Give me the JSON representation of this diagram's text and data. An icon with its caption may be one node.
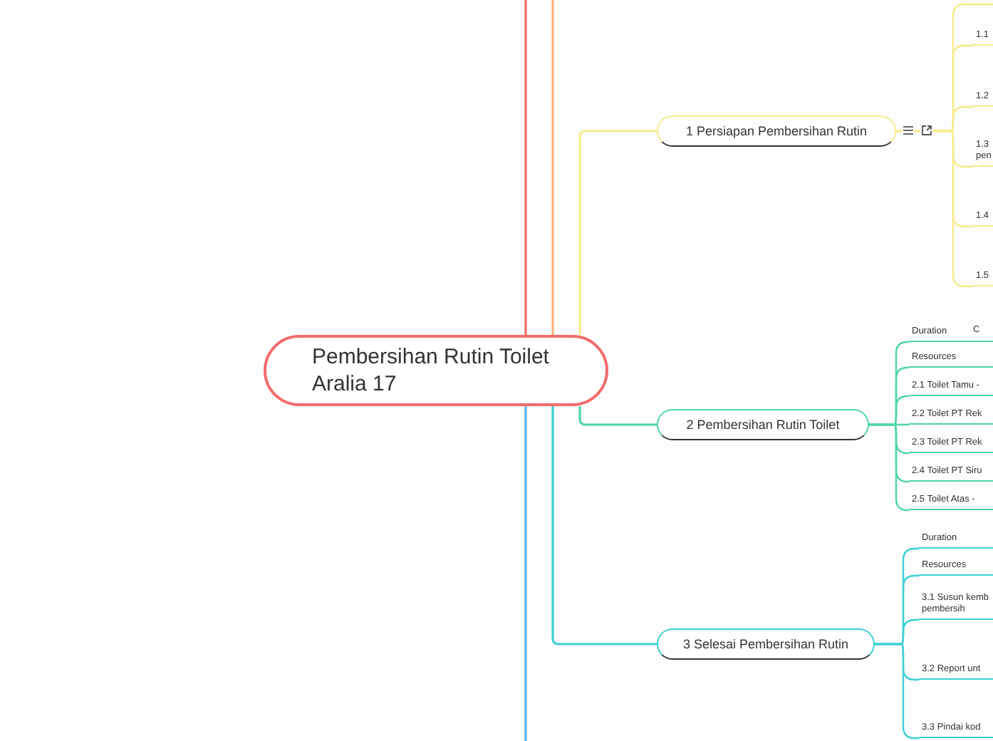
{
  "diagram": {
    "nodes": [
      {
        "text": [
          "Pembersihan Rutin Toilet Aralia 17"
        ]
      },
      {
        "text": [
          "1  Persiapan Pembersihan Rutin"
        ]
      },
      {
        "text": [
          "2  Pembersihan Rutin Toilet"
        ]
      },
      {
        "text": [
          "3  Selesai Pembersihan Rutin"
        ]
      },
      {
        "text": [
          "1.1"
        ]
      },
      {
        "text": [
          "1.2"
        ]
      },
      {
        "text": [
          "1.3 pen"
        ]
      },
      {
        "text": [
          "1.4"
        ]
      },
      {
        "text": [
          "1.5"
        ]
      },
      {
        "text": [
          "Duration"
        ]
      },
      {
        "text": [
          "Resources"
        ]
      },
      {
        "text": [
          "2.1  Toilet Tamu -"
        ]
      },
      {
        "text": [
          "2.2  Toilet PT Rek"
        ]
      },
      {
        "text": [
          "2.3  Toilet PT Rek"
        ]
      },
      {
        "text": [
          "2.4  Toilet PT Siru"
        ]
      },
      {
        "text": [
          "2.5  Toilet Atas -"
        ]
      },
      {
        "text": [
          "Duration"
        ]
      },
      {
        "text": [
          "Resources"
        ]
      },
      {
        "text": [
          "3.1  Susun kemb pembersih"
        ]
      },
      {
        "text": [
          "3.2  Report unt"
        ]
      },
      {
        "text": [
          "3.3  Pindai kod"
        ]
      }
    ],
    "edges": [
      {
        "from": 0,
        "to": null,
        "arrow": "none",
        "color": "#f26b6b"
      },
      {
        "from": 0,
        "to": null,
        "arrow": "none",
        "color": "#f9b27e"
      },
      {
        "from": 0,
        "to": 1,
        "arrow": "none",
        "color": "#f5ec8a"
      },
      {
        "from": 0,
        "to": 2,
        "arrow": "none",
        "color": "#4fd6a6"
      },
      {
        "from": 0,
        "to": 3,
        "arrow": "none",
        "color": "#3dd0d6"
      },
      {
        "from": 0,
        "to": null,
        "arrow": "none",
        "color": "#5aaef0"
      },
      {
        "from": 1,
        "to": null,
        "arrow": "none",
        "color": "#f5ec8a"
      },
      {
        "from": 1,
        "to": 4,
        "arrow": "none",
        "color": "#f5ec8a"
      },
      {
        "from": 1,
        "to": 5,
        "arrow": "none",
        "color": "#f5ec8a"
      },
      {
        "from": 1,
        "to": 6,
        "arrow": "none",
        "color": "#f5ec8a"
      },
      {
        "from": 1,
        "to": 7,
        "arrow": "none",
        "color": "#f5ec8a"
      },
      {
        "from": 1,
        "to": 8,
        "arrow": "none",
        "color": "#f5ec8a"
      },
      {
        "from": 2,
        "to": 9,
        "arrow": "none",
        "color": "#4fd6a6"
      },
      {
        "from": 2,
        "to": 10,
        "arrow": "none",
        "color": "#4fd6a6"
      },
      {
        "from": 2,
        "to": 11,
        "arrow": "none",
        "color": "#4fd6a6"
      },
      {
        "from": 2,
        "to": 12,
        "arrow": "none",
        "color": "#4fd6a6"
      },
      {
        "from": 2,
        "to": 13,
        "arrow": "none",
        "color": "#4fd6a6"
      },
      {
        "from": 2,
        "to": 14,
        "arrow": "none",
        "color": "#4fd6a6"
      },
      {
        "from": 2,
        "to": 15,
        "arrow": "none",
        "color": "#4fd6a6"
      },
      {
        "from": 3,
        "to": 16,
        "arrow": "none",
        "color": "#3dd0d6"
      },
      {
        "from": 3,
        "to": 17,
        "arrow": "none",
        "color": "#3dd0d6"
      },
      {
        "from": 3,
        "to": 18,
        "arrow": "none",
        "color": "#3dd0d6"
      },
      {
        "from": 3,
        "to": 19,
        "arrow": "none",
        "color": "#3dd0d6"
      },
      {
        "from": 3,
        "to": 20,
        "arrow": "none",
        "color": "#3dd0d6"
      }
    ],
    "labels": [
      "C"
    ]
  }
}
